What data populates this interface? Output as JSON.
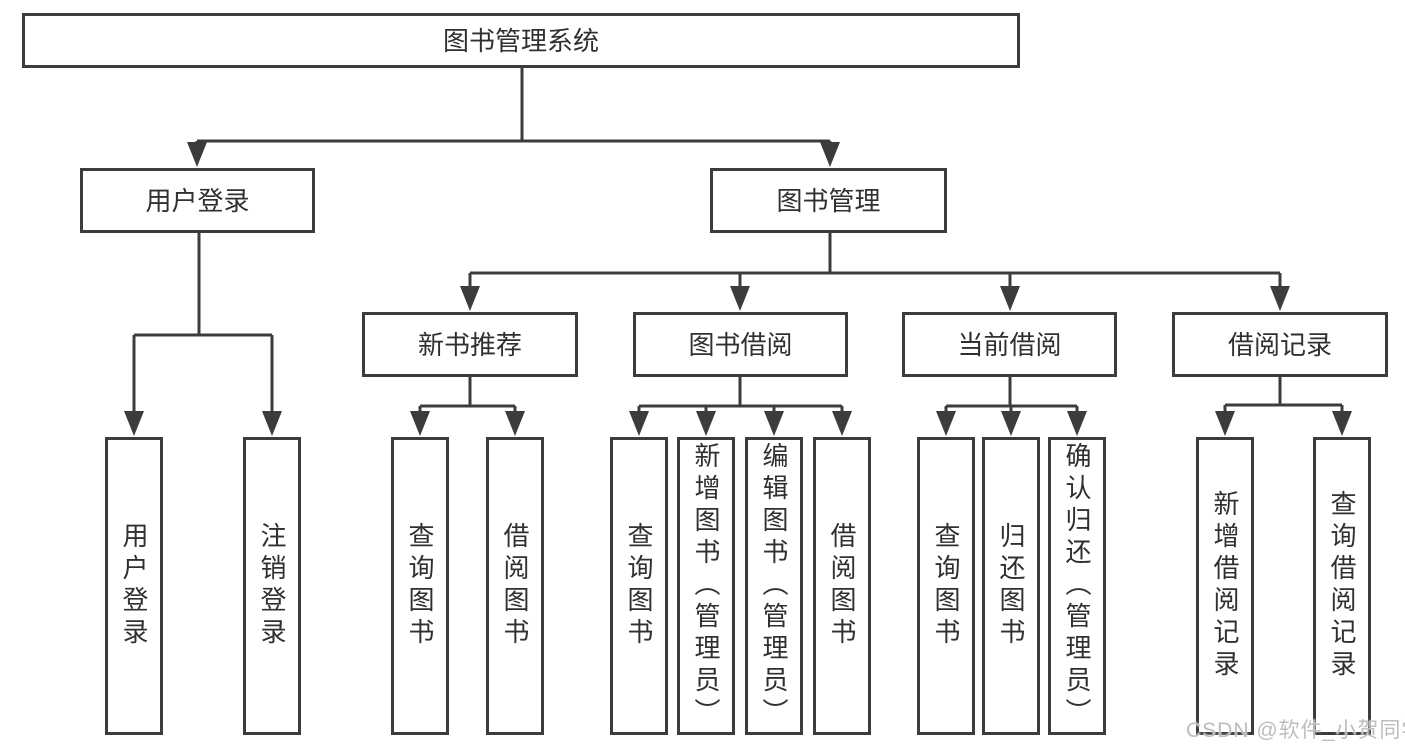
{
  "tree": {
    "root": {
      "label": "图书管理系统",
      "children": [
        {
          "label": "用户登录",
          "children": [
            {
              "label": "用户登录"
            },
            {
              "label": "注销登录"
            }
          ]
        },
        {
          "label": "图书管理",
          "children": [
            {
              "label": "新书推荐",
              "children": [
                {
                  "label": "查询图书"
                },
                {
                  "label": "借阅图书"
                }
              ]
            },
            {
              "label": "图书借阅",
              "children": [
                {
                  "label": "查询图书"
                },
                {
                  "label": "新增图书（管理员）"
                },
                {
                  "label": "编辑图书（管理员）"
                },
                {
                  "label": "借阅图书"
                }
              ]
            },
            {
              "label": "当前借阅",
              "children": [
                {
                  "label": "查询图书"
                },
                {
                  "label": "归还图书"
                },
                {
                  "label": "确认归还（管理员）"
                }
              ]
            },
            {
              "label": "借阅记录",
              "children": [
                {
                  "label": "新增借阅记录"
                },
                {
                  "label": "查询借阅记录"
                }
              ]
            }
          ]
        }
      ]
    }
  },
  "watermark": {
    "text": "CSDN @软件_小贺同学"
  },
  "colors": {
    "line": "#3c3c3c",
    "box_border": "#3c3c3c",
    "text": "#303030",
    "watermark": "#bdbdbd",
    "background": "#ffffff"
  }
}
